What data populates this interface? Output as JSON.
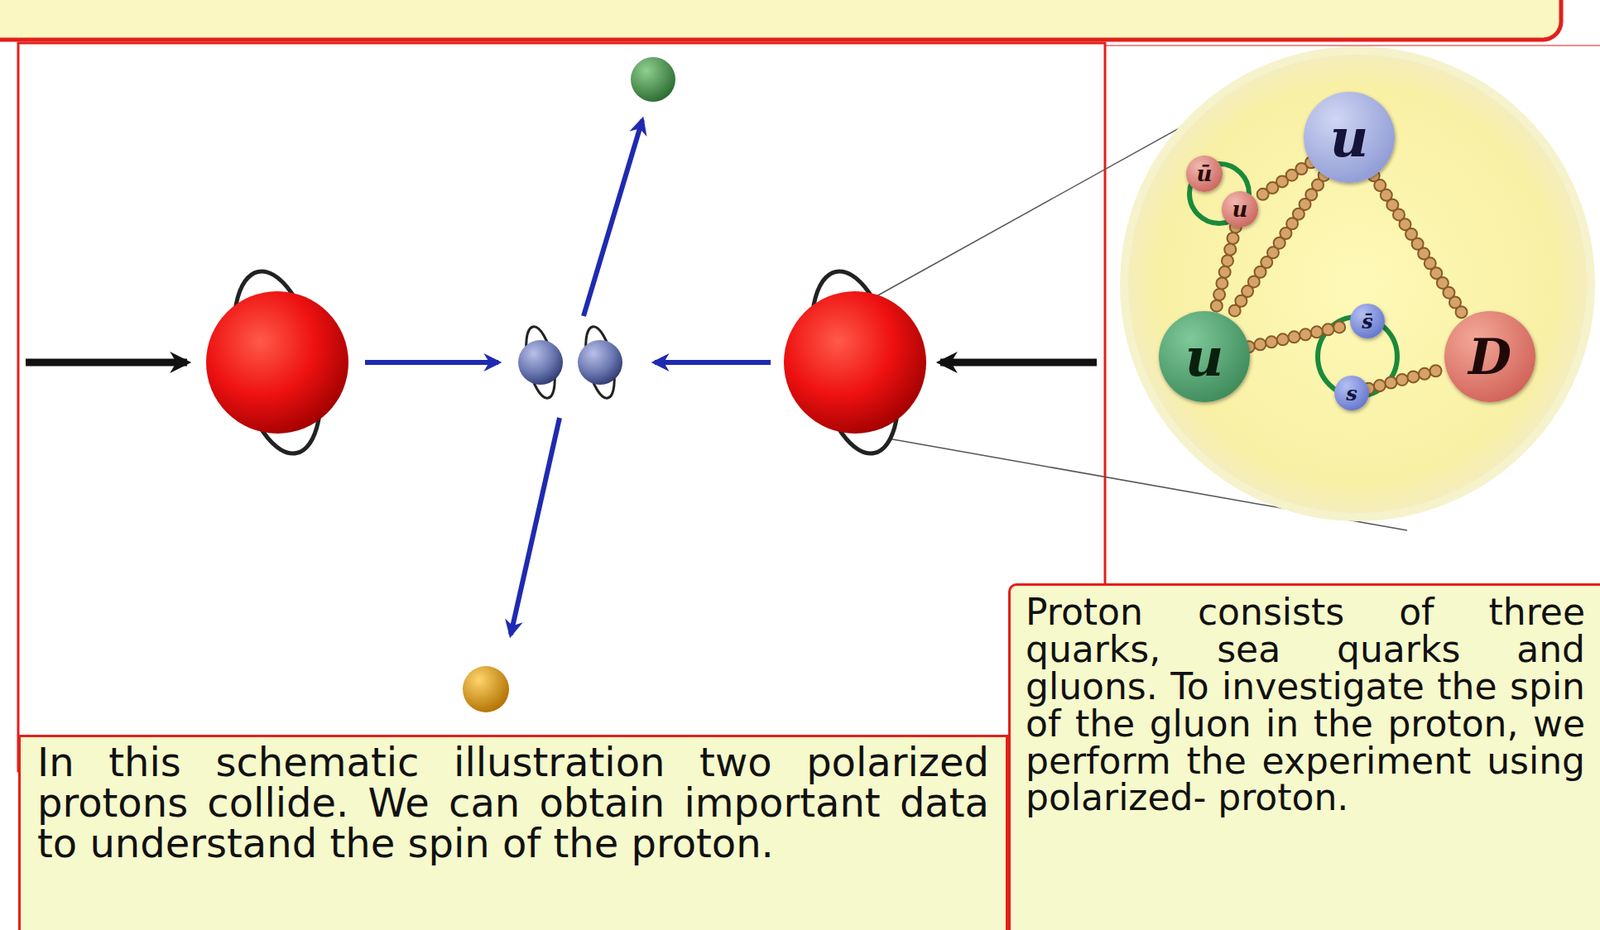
{
  "diagram": {
    "nodes": [
      {
        "text": [
          "u"
        ]
      },
      {
        "text": [
          "ū"
        ]
      },
      {
        "text": [
          "u"
        ]
      },
      {
        "text": [
          "u"
        ]
      },
      {
        "text": [
          "s̄"
        ]
      },
      {
        "text": [
          "s"
        ]
      },
      {
        "text": [
          "D"
        ]
      },
      {
        "text": [
          "In this schematic illustration two polarized protons collide. We can obtain important data to understand the spin of the proton."
        ]
      },
      {
        "text": [
          "Proton consists of three quarks, sea quarks and gluons. To investigate the spin of the gluon in the proton, we perform the experiment using polarized- proton."
        ]
      }
    ],
    "edges": [
      {
        "from": 0,
        "to": 2,
        "arrow": "none"
      },
      {
        "from": 2,
        "to": 3,
        "arrow": "none"
      },
      {
        "from": 0,
        "to": 3,
        "arrow": "none"
      },
      {
        "from": 0,
        "to": 6,
        "arrow": "none"
      },
      {
        "from": 3,
        "to": 4,
        "arrow": "none"
      },
      {
        "from": 5,
        "to": 6,
        "arrow": "none"
      }
    ]
  }
}
